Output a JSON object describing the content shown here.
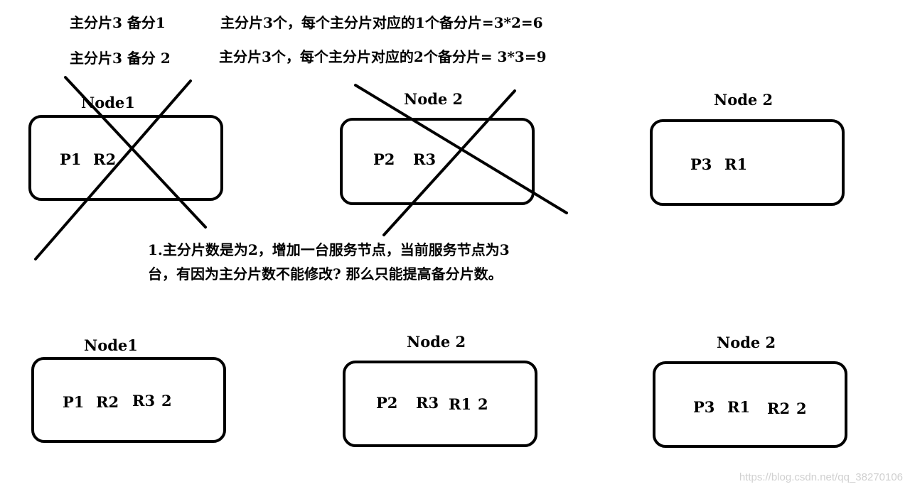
{
  "header": {
    "row1_left": "主分片3  备分1",
    "row1_right": "主分片3个，每个主分片对应的1个备分片=3*2=6",
    "row2_left": "主分片3  备分 2",
    "row2_right": "主分片3个，每个主分片对应的2个备分片= 3*3=9"
  },
  "top_nodes": [
    {
      "title": "Node1",
      "shards": [
        "P1",
        "R2"
      ],
      "crossed": true
    },
    {
      "title": "Node 2",
      "shards": [
        "P2",
        "R3"
      ],
      "crossed": true
    },
    {
      "title": "Node 2",
      "shards": [
        "P3",
        "R1"
      ],
      "crossed": false
    }
  ],
  "note": {
    "line1": "1.主分片数是为2，增加一台服务节点，当前服务节点为3",
    "line2": "台，有因为主分片数不能修改? 那么只能提高备分片数。"
  },
  "bottom_nodes": [
    {
      "title": "Node1",
      "shards": [
        "P1",
        "R2",
        "R3",
        "2"
      ]
    },
    {
      "title": "Node 2",
      "shards": [
        "P2",
        "R3",
        "R1",
        "2"
      ]
    },
    {
      "title": "Node 2",
      "shards": [
        "P3",
        "R1",
        "R2",
        "2"
      ]
    }
  ],
  "watermark": "https://blog.csdn.net/qq_38270106"
}
